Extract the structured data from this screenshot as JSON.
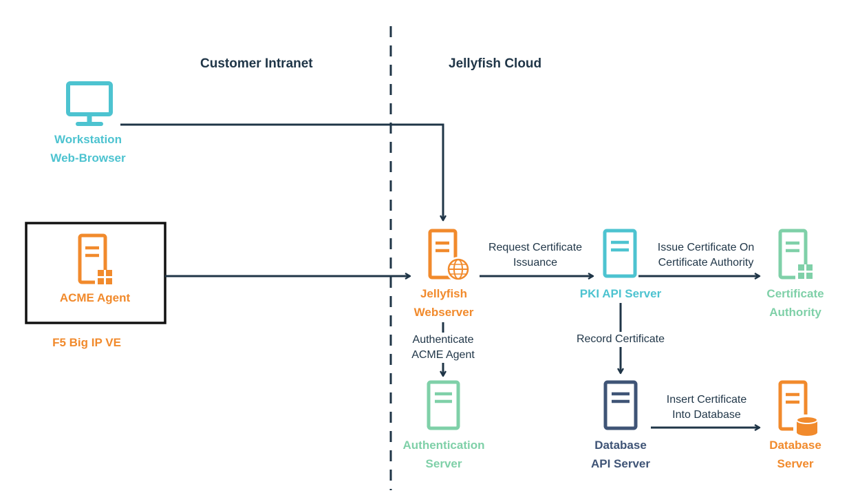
{
  "colors": {
    "navy": "#1f3547",
    "cyan": "#4dc3d0",
    "orange": "#f18a2c",
    "green": "#7fd0a8",
    "slate": "#3f5476"
  },
  "regions": {
    "left": "Customer Intranet",
    "right": "Jellyfish Cloud"
  },
  "nodes": {
    "workstation": {
      "label": "Workstation\nWeb-Browser",
      "icon": "monitor-icon"
    },
    "acme_agent": {
      "label": "ACME Agent",
      "icon": "server-windows-icon"
    },
    "acme_host": {
      "label": "F5 Big IP VE"
    },
    "webserver": {
      "label": "Jellyfish\nWebserver",
      "icon": "server-globe-icon"
    },
    "pki_api": {
      "label": "PKI API Server",
      "icon": "server-icon"
    },
    "cert_authority": {
      "label": "Certificate\nAuthority",
      "icon": "server-windows-icon"
    },
    "auth_server": {
      "label": "Authentication\nServer",
      "icon": "server-icon"
    },
    "db_api": {
      "label": "Database\nAPI Server",
      "icon": "server-icon"
    },
    "db_server": {
      "label": "Database\nServer",
      "icon": "server-database-icon"
    }
  },
  "edges": {
    "request_cert": "Request Certificate\nIssuance",
    "issue_cert": "Issue Certificate On\nCertificate Authority",
    "authenticate": "Authenticate\nACME Agent",
    "record_cert": "Record Certificate",
    "insert_cert": "Insert Certificate\nInto Database"
  }
}
